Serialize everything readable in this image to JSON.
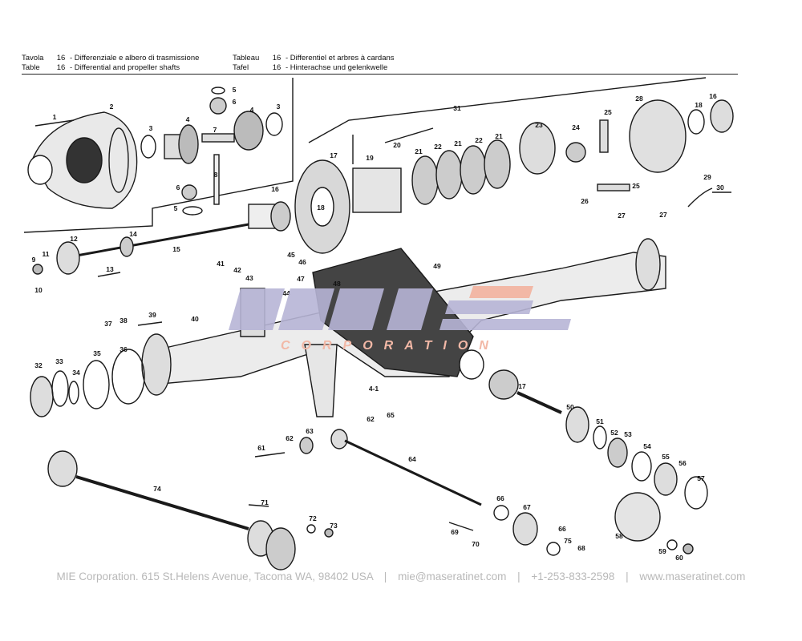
{
  "caption": {
    "left": [
      {
        "kw": "Tavola",
        "num": "16",
        "title": "- Differenziale e albero di trasmissione"
      },
      {
        "kw": "Table",
        "num": "16",
        "title": "- Differential and propeller shafts"
      }
    ],
    "right": [
      {
        "kw": "Tableau",
        "num": "16",
        "title": "- Differentiel et arbres à cardans"
      },
      {
        "kw": "Tafel",
        "num": "16",
        "title": "- Hinterachse und gelenkwelle"
      }
    ]
  },
  "watermark": {
    "logo": "mie",
    "subtitle": "CORPORATION",
    "colors": {
      "logo": "#b7b5d6",
      "subtitle": "#f2b8a6"
    }
  },
  "part_labels": [
    "1",
    "2",
    "3",
    "4",
    "5",
    "6",
    "7",
    "8",
    "3",
    "4",
    "5",
    "6",
    "5",
    "31",
    "25",
    "28",
    "18",
    "16",
    "20",
    "19",
    "21",
    "22",
    "21",
    "22",
    "21",
    "23",
    "24",
    "17",
    "18",
    "16",
    "25",
    "26",
    "27",
    "27",
    "29",
    "30",
    "12",
    "14",
    "15",
    "11",
    "9",
    "10",
    "13",
    "41",
    "42",
    "43",
    "45",
    "46",
    "47",
    "48",
    "49",
    "44",
    "37",
    "38",
    "39",
    "40",
    "32",
    "33",
    "34",
    "35",
    "36",
    "4-1",
    "17",
    "62",
    "65",
    "63",
    "61",
    "62",
    "64",
    "50",
    "51",
    "52",
    "53",
    "54",
    "55",
    "56",
    "57",
    "74",
    "71",
    "72",
    "73",
    "69",
    "70",
    "66",
    "67",
    "66",
    "75",
    "68",
    "58",
    "59",
    "60"
  ],
  "footer": {
    "address": "MIE Corporation. 615 St.Helens Avenue, Tacoma WA, 98402 USA",
    "email": "mie@maseratinet.com",
    "phone": "+1-253-833-2598",
    "website": "www.maseratinet.com",
    "separator": "|"
  }
}
